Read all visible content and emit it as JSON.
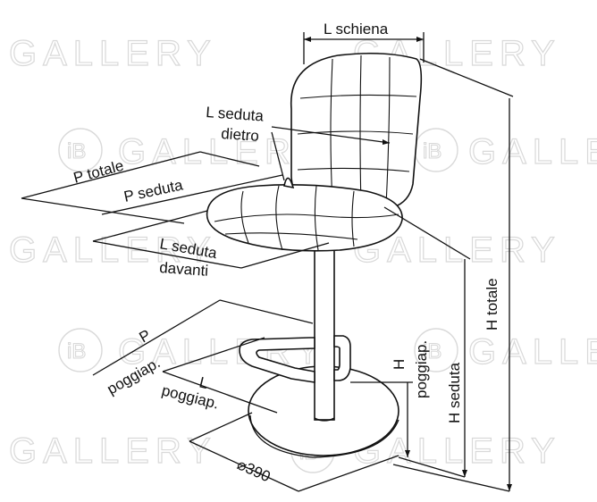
{
  "watermark": {
    "logo_letters": "iB",
    "brand_text": "GALLERY"
  },
  "dimensions": {
    "backrest_width": "L schiena",
    "seat_width_back_line1": "L seduta",
    "seat_width_back_line2": "dietro",
    "total_depth": "P totale",
    "seat_depth": "P seduta",
    "seat_width_front_line1": "L seduta",
    "seat_width_front_line2": "davanti",
    "footrest_depth_line1": "P",
    "footrest_depth_line2": "poggiap.",
    "footrest_width_line1": "L",
    "footrest_width_line2": "poggiap.",
    "base_diameter": "⌀390",
    "footrest_height_line1": "H",
    "footrest_height_line2": "poggiap.",
    "seat_height": "H seduta",
    "total_height": "H totale"
  }
}
